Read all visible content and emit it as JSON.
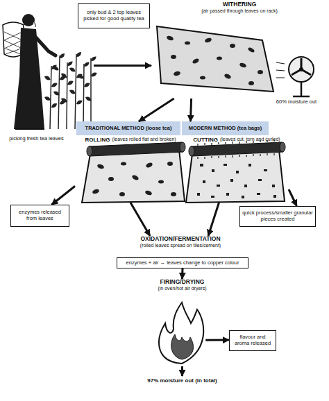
{
  "diagram": {
    "nodes": [
      {
        "text": [
          "only bud & 2 top leaves picked for good quality tea"
        ]
      },
      {
        "text": [
          "picking fresh tea leaves"
        ]
      },
      {
        "text": [
          "WITHERING",
          "(air passed through leaves on rack)"
        ]
      },
      {
        "text": [
          "TRADITIONAL METHOD (loose tea)"
        ]
      },
      {
        "text": [
          "MODERN METHOD (tea bags)"
        ]
      },
      {
        "text": [
          "ROLLING",
          "(leaves rolled flat and broken)"
        ]
      },
      {
        "text": [
          "CUTTING",
          "(leaves cut, torn and curled)"
        ]
      },
      {
        "text": [
          "enzymes released from leaves"
        ]
      },
      {
        "text": [
          "quick process/smaller granular pieces created"
        ]
      },
      {
        "text": [
          "OXIDATION/FERMENTATION",
          "(rolled leaves spread on tiles/cement)"
        ]
      },
      {
        "text": [
          "enzymes + air → leaves change to copper colour"
        ]
      },
      {
        "text": [
          "FIRING/DRYING",
          "(in oven/hot air dryers)"
        ]
      },
      {
        "text": [
          "flavour and aroma released"
        ]
      },
      {
        "text": [
          "97% moisture out (in total)"
        ]
      }
    ],
    "edges": [
      {
        "from": 1,
        "to": 2,
        "arrow": "to"
      },
      {
        "from": 2,
        "to": 3,
        "arrow": "to"
      },
      {
        "from": 2,
        "to": 4,
        "arrow": "to"
      },
      {
        "from": 5,
        "to": 7,
        "arrow": "to"
      },
      {
        "from": 5,
        "to": 9,
        "arrow": "to"
      },
      {
        "from": 6,
        "to": 8,
        "arrow": "to"
      },
      {
        "from": 6,
        "to": 9,
        "arrow": "to"
      },
      {
        "from": 10,
        "to": 11,
        "arrow": "to"
      },
      {
        "from": 11,
        "to": 12,
        "arrow": "to"
      },
      {
        "from": 11,
        "to": 13,
        "arrow": "to"
      }
    ],
    "labels": [
      "60% moisture out"
    ]
  }
}
